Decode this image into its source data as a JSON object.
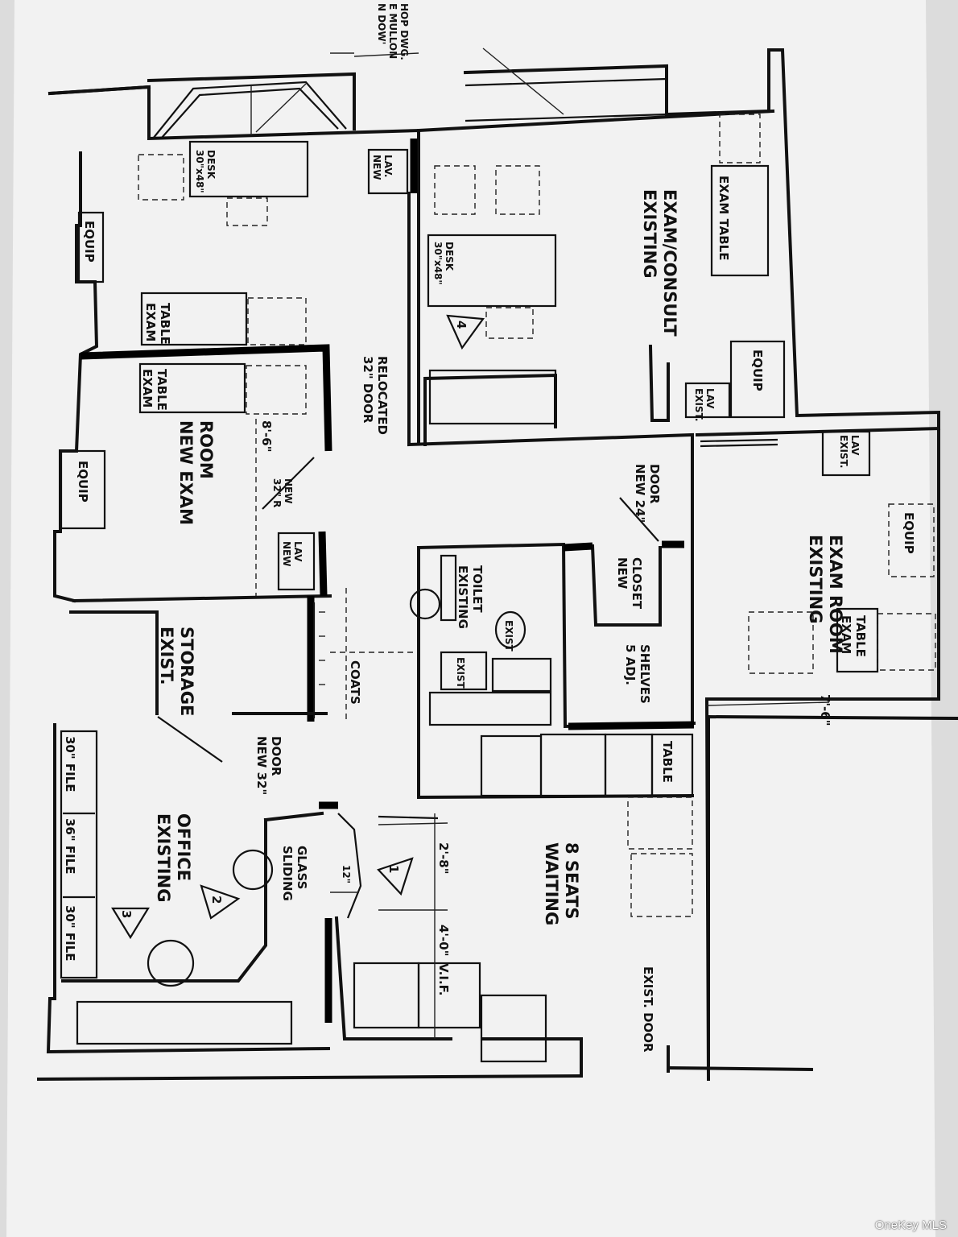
{
  "plan": {
    "top_note": "N DOW'\nE MULLON\nHOP DWG.",
    "rooms": {
      "existing_exam_consult": "EXISTING\nEXAM/CONSULT",
      "new_exam_room": "NEW EXAM\nROOM",
      "existing_exam_room": "EXISTING\nEXAM ROOM",
      "exist_storage": "EXIST.\nSTORAGE",
      "existing_office": "EXISTING\nOFFICE",
      "waiting": "WAITING\n8 SEATS",
      "existing_toilet": "EXISTING\nTOILET",
      "new_closet": "NEW\nCLOSET"
    },
    "fixtures": {
      "desk_top": "30\"x48\"\nDESK",
      "desk_consult": "30\"x48\"\nDESK",
      "new_lav_top": "NEW\nLAV.",
      "new_lav_exam": "NEW\nLAV",
      "exist_lav_consult": "EXIST.\nLAV",
      "exist_lav_right": "EXIST.\nLAV",
      "equip_top": "EQUIP",
      "equip_left": "EQUIP",
      "equip_consult": "EQUIP",
      "equip_right": "EQUIP",
      "exam_table_top": "EXAM\nTABLE",
      "exam_table_new": "EXAM\nTABLE",
      "exam_table_consult": "EXAM TABLE",
      "exam_table_right": "EXAM\nTABLE",
      "exist_toilet_fixture": "EXIST",
      "exist_sink": "EXIST",
      "coats": "COATS",
      "shelves": "5 ADJ.\nSHELVES",
      "table": "TABLE",
      "file_30_top": "30\" FILE",
      "file_36": "36\" FILE",
      "file_30_bottom": "30\" FILE",
      "sliding_glass": "SLIDING\nGLASS"
    },
    "doors": {
      "door_relocated": "32\" DOOR\nRELOCATED",
      "new_32r": "32\" R\nNEW",
      "new_24_door": "NEW 24\"\nDOOR",
      "new_32_door": "NEW 32\"\nDOOR",
      "exist_door": "EXIST. DOOR"
    },
    "dimensions": {
      "dim_8_6": "8'-6\"",
      "dim_7_6": "7'-6\"",
      "dim_12": "12\"",
      "dim_2_8": "2'-8\"",
      "dim_4_0": "4'-0\"",
      "vif": "V.I.F."
    },
    "revision_tags": {
      "tag_1": "1",
      "tag_2": "2",
      "tag_3": "3",
      "tag_4": "4"
    }
  },
  "watermark": "OneKey MLS"
}
